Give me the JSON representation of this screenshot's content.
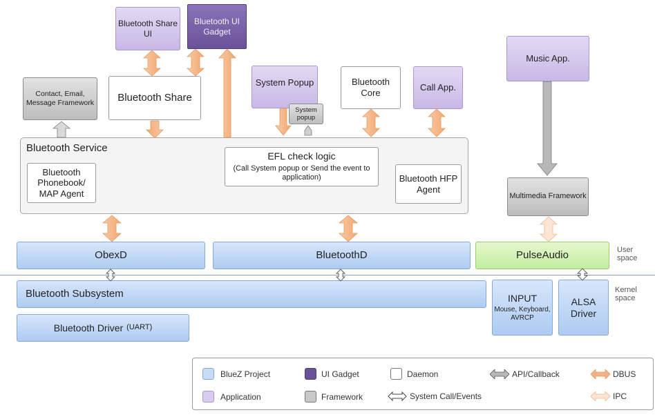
{
  "boxes": {
    "bt_share_ui": "Bluetooth Share UI",
    "bt_ui_gadget": "Bluetooth UI Gadget",
    "music_app": "Music App.",
    "contact_fw": "Contact, Email, Message Framework",
    "bt_share": "Bluetooth Share",
    "system_popup": "System Popup",
    "system_popup_small": "System popup",
    "bt_core": "Bluetooth Core",
    "call_app": "Call App.",
    "bt_service": "Bluetooth Service",
    "efl_title": "EFL check logic",
    "efl_sub": "(Call System popup or Send the event to application)",
    "pbap": "Bluetooth Phonebook/ MAP Agent",
    "hfp": "Bluetooth HFP Agent",
    "multimedia_fw": "Multimedia Framework",
    "obexd": "ObexD",
    "bluetoothd": "BluetoothD",
    "pulseaudio": "PulseAudio",
    "bt_subsystem": "Bluetooth Subsystem",
    "bt_driver_main": "Bluetooth Driver",
    "bt_driver_sub": "(UART)",
    "input_title": "INPUT",
    "input_sub": "Mouse, Keyboard, AVRCP",
    "alsa": "ALSA Driver"
  },
  "labels": {
    "user_space": "User space",
    "kernel_space": "Kernel space"
  },
  "legend": {
    "bluez": "BlueZ Project",
    "ui_gadget": "UI Gadget",
    "daemon": "Daemon",
    "api": "API/Callback",
    "dbus": "DBUS",
    "application": "Application",
    "framework": "Framework",
    "syscall": "System Call/Events",
    "ipc": "IPC"
  },
  "colors": {
    "application": "#c9b8e6",
    "ui_gadget": "#6a5299",
    "framework": "#bdbdbd",
    "bluez": "#aecbf2",
    "pulseaudio": "#c3eca0",
    "dbus_arrow": "#f4b183",
    "ipc_arrow": "#fbe0cc"
  },
  "icons": {
    "dbus_arrow": "double-arrow-orange",
    "ipc_arrow": "double-arrow-light-orange",
    "api_arrow": "double-arrow-gray",
    "syscall_arrow": "double-arrow-outline"
  }
}
